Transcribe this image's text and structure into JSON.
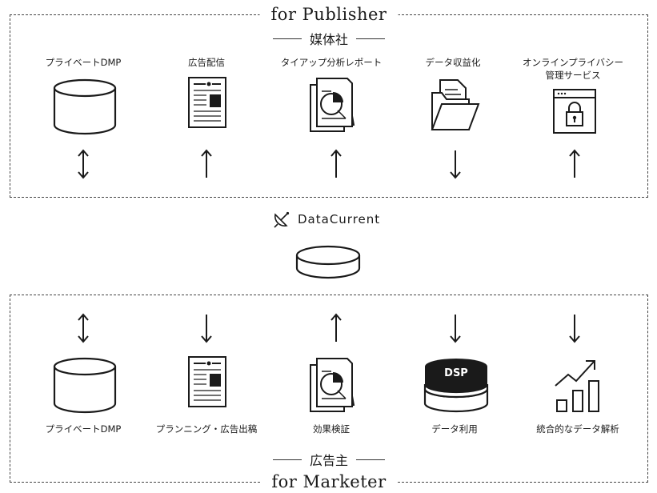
{
  "publisher": {
    "title": "for Publisher",
    "subtitle": "媒体社",
    "items": [
      {
        "label": "プライベートDMP"
      },
      {
        "label": "広告配信"
      },
      {
        "label": "タイアップ分析レポート"
      },
      {
        "label": "データ収益化"
      },
      {
        "label_line1": "オンラインプライバシー",
        "label_line2": "管理サービス"
      }
    ],
    "arrows": [
      "both",
      "up",
      "up",
      "down",
      "up"
    ]
  },
  "center": {
    "brand": "DataCurrent"
  },
  "marketer": {
    "title": "for Marketer",
    "subtitle": "広告主",
    "items": [
      {
        "label": "プライベートDMP"
      },
      {
        "label": "プランニング・広告出稿"
      },
      {
        "label": "効果検証"
      },
      {
        "label": "データ利用",
        "icon_text": "DSP"
      },
      {
        "label": "統合的なデータ解析"
      }
    ],
    "arrows": [
      "both",
      "down",
      "up",
      "down",
      "down"
    ]
  }
}
